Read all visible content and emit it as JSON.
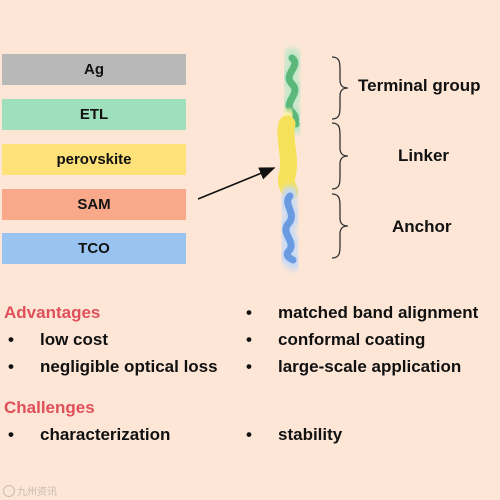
{
  "layers": [
    {
      "label": "Ag",
      "color": "#b8b8b8"
    },
    {
      "label": "ETL",
      "color": "#9fe0bc"
    },
    {
      "label": "perovskite",
      "color": "#fde27a"
    },
    {
      "label": "SAM",
      "color": "#f9a98a"
    },
    {
      "label": "TCO",
      "color": "#99c4f2"
    }
  ],
  "molecule": {
    "terminal_group_label": "Terminal group",
    "linker_label": "Linker",
    "anchor_label": "Anchor",
    "terminal_color": "#5cb87a",
    "linker_color": "#f6e25a",
    "anchor_color": "#6a9ae0"
  },
  "advantages": {
    "heading": "Advantages",
    "items": [
      "low cost",
      "negligible optical loss",
      "matched band alignment",
      "conformal coating",
      "large-scale application"
    ]
  },
  "challenges": {
    "heading": "Challenges",
    "items": [
      "characterization",
      "stability"
    ]
  },
  "bullet_symbol": "•",
  "watermark": {
    "text": "九州资讯"
  },
  "accent_color": "#e0505a"
}
